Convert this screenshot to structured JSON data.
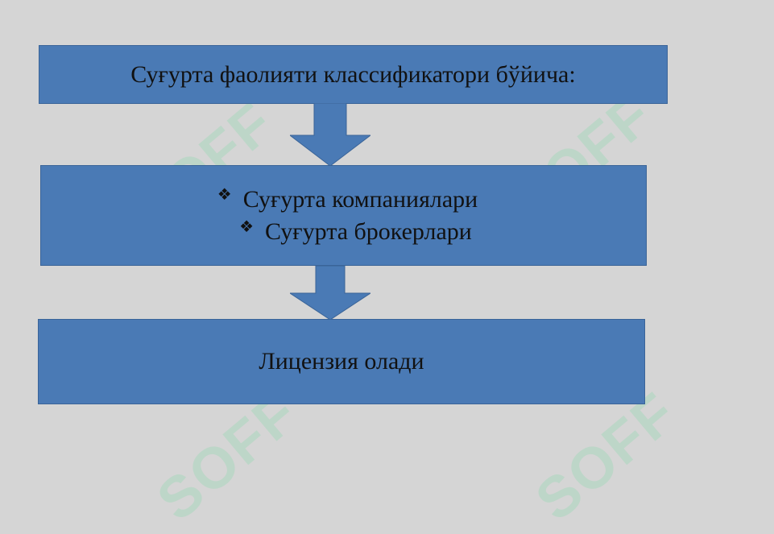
{
  "watermark_text": "SOFF",
  "flowchart": {
    "step1": {
      "text": "Суғурта фаолияти классификатори бўйича:"
    },
    "step2": {
      "bullet_symbol": "❖",
      "items": [
        "Суғурта компаниялари",
        "Суғурта брокерлари"
      ]
    },
    "step3": {
      "text": "Лицензия олади"
    }
  },
  "colors": {
    "background": "#d5d5d5",
    "box_fill": "#4a7ab5",
    "box_border": "#3a6498",
    "arrow_fill": "#4a7ab5",
    "text": "#111111"
  }
}
